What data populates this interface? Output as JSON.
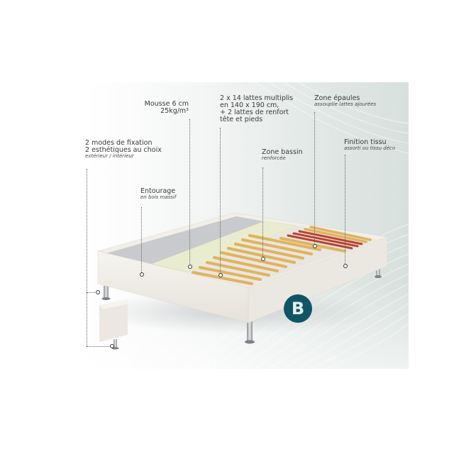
{
  "labels": {
    "mousse": {
      "title_1": "Mousse 6 cm",
      "title_2": "25kg/m³"
    },
    "lattes": {
      "line_1": "2 x 14 lattes multiplis",
      "line_2": "en 140 x 190 cm,",
      "line_3": "+ 2 lattes de renfort",
      "line_4": "tête et pieds"
    },
    "zone_epaules": {
      "title": "Zone épaules",
      "subtitle": "assouplie lattes ajourées"
    },
    "finition": {
      "title": "Finition tissu",
      "subtitle": "assorti ou tissu déco"
    },
    "fixation": {
      "title_1": "2 modes de fixation",
      "title_2": "2 esthétiques au choix",
      "subtitle": "extérieur / intérieur"
    },
    "zone_bassin": {
      "title": "Zone bassin",
      "subtitle": "renforcée"
    },
    "entourage": {
      "title": "Entourage",
      "subtitle": "en bois massif"
    }
  },
  "logo": {
    "letter": "B",
    "color": "#0f5566"
  },
  "colors": {
    "fabric": "#f1eee8",
    "slat": "#e3b765",
    "slat_reinforced": "#b8412e",
    "foam": "#eef0d8",
    "board": "#c9cbce",
    "leg": "#a9adb1"
  }
}
